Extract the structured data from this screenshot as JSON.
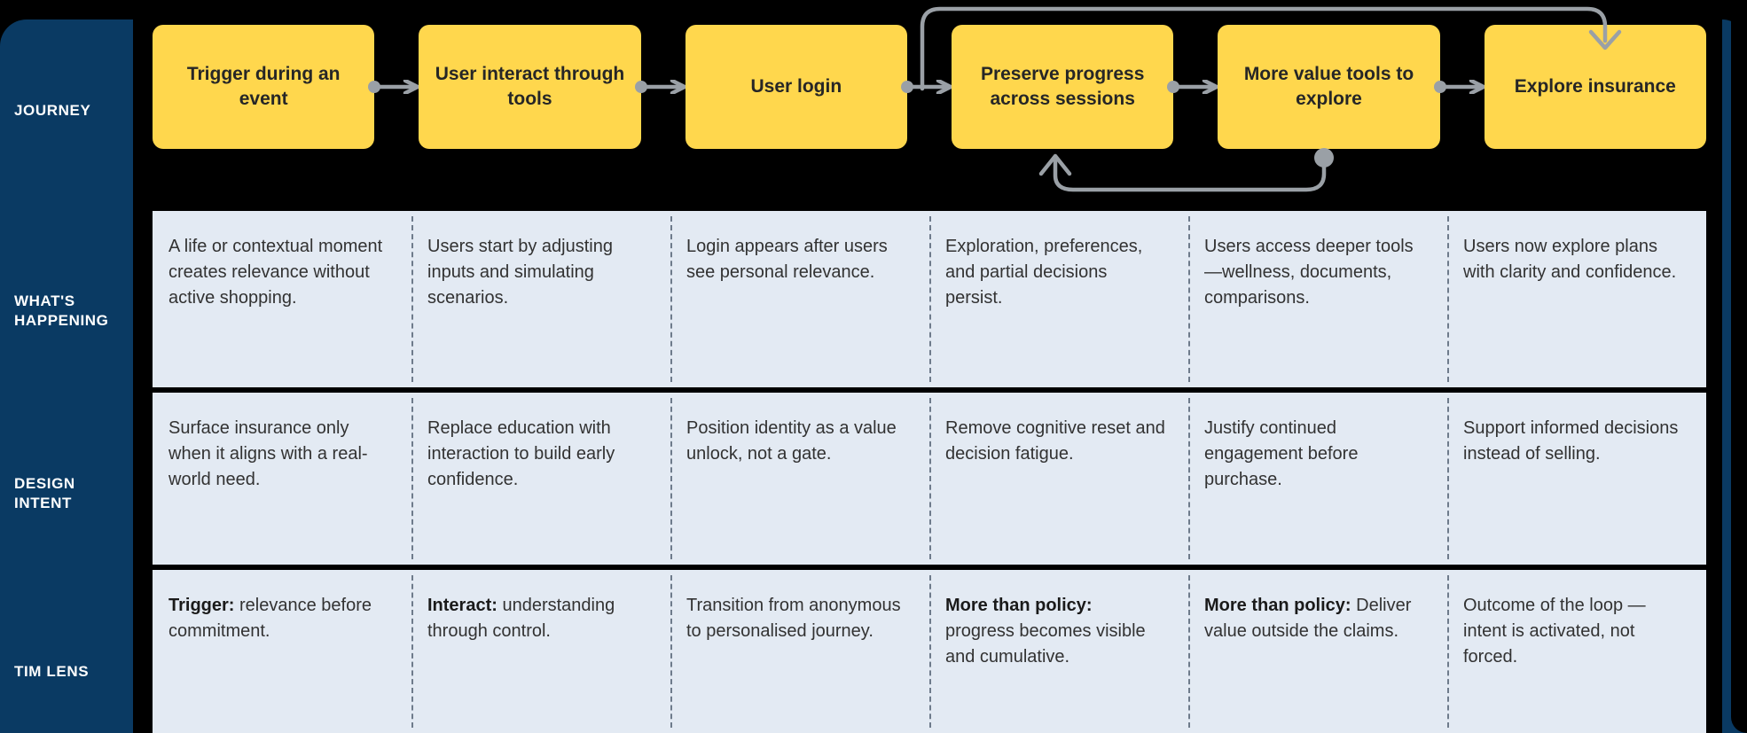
{
  "colors": {
    "navy": "#0A3A63",
    "yellow": "#FFD74D",
    "cell_bg": "#E3EAF3",
    "connector_gray": "#9AA0A6",
    "background": "#000000",
    "text_dark": "#323232"
  },
  "rail": {
    "labels": [
      "JOURNEY",
      "WHAT'S HAPPENING",
      "DESIGN INTENT",
      "TIM LENS"
    ]
  },
  "journey": {
    "steps": [
      {
        "label": "Trigger during an event"
      },
      {
        "label": "User interact through tools"
      },
      {
        "label": "User login"
      },
      {
        "label": "Preserve progress across sessions"
      },
      {
        "label": "More value tools to explore"
      },
      {
        "label": "Explore insurance"
      }
    ]
  },
  "rows": [
    {
      "key": "whats_happening",
      "label": "WHAT'S HAPPENING",
      "cells": [
        {
          "lead": "",
          "text": "A life or contextual moment creates relevance without active shopping."
        },
        {
          "lead": "",
          "text": "Users start by adjusting inputs and simulating scenarios."
        },
        {
          "lead": "",
          "text": "Login appears after users see personal relevance."
        },
        {
          "lead": "",
          "text": "Exploration, preferences, and partial decisions persist."
        },
        {
          "lead": "",
          "text": "Users access deeper tools—wellness, documents, comparisons."
        },
        {
          "lead": "",
          "text": "Users now explore plans with clarity and confidence."
        }
      ]
    },
    {
      "key": "design_intent",
      "label": "DESIGN INTENT",
      "cells": [
        {
          "lead": "",
          "text": "Surface insurance only when it aligns with a real-world need."
        },
        {
          "lead": "",
          "text": "Replace education with interaction to build early confidence."
        },
        {
          "lead": "",
          "text": "Position identity as a value unlock, not a gate."
        },
        {
          "lead": "",
          "text": "Remove cognitive reset and decision fatigue."
        },
        {
          "lead": "",
          "text": "Justify continued engagement before purchase."
        },
        {
          "lead": "",
          "text": "Support informed decisions instead of selling."
        }
      ]
    },
    {
      "key": "tim_lens",
      "label": "TIM LENS",
      "cells": [
        {
          "lead": "Trigger:",
          "text": " relevance before commitment."
        },
        {
          "lead": "Interact:",
          "text": " understanding through control."
        },
        {
          "lead": "",
          "text": "Transition from anonymous to personalised journey."
        },
        {
          "lead": "More than policy:",
          "text": " progress becomes visible and cumulative."
        },
        {
          "lead": "More than policy:",
          "text": " Deliver value outside the claims."
        },
        {
          "lead": "",
          "text": "Outcome of the loop — intent is activated, not forced."
        }
      ]
    }
  ],
  "connectors": {
    "inline_arrows": 5,
    "loop_top": {
      "from_step": "Preserve progress across sessions",
      "to_step": "Explore insurance",
      "direction": "right"
    },
    "loop_bottom": {
      "from_step": "More value tools to explore",
      "to_step": "Preserve progress across sessions",
      "direction": "left"
    }
  }
}
